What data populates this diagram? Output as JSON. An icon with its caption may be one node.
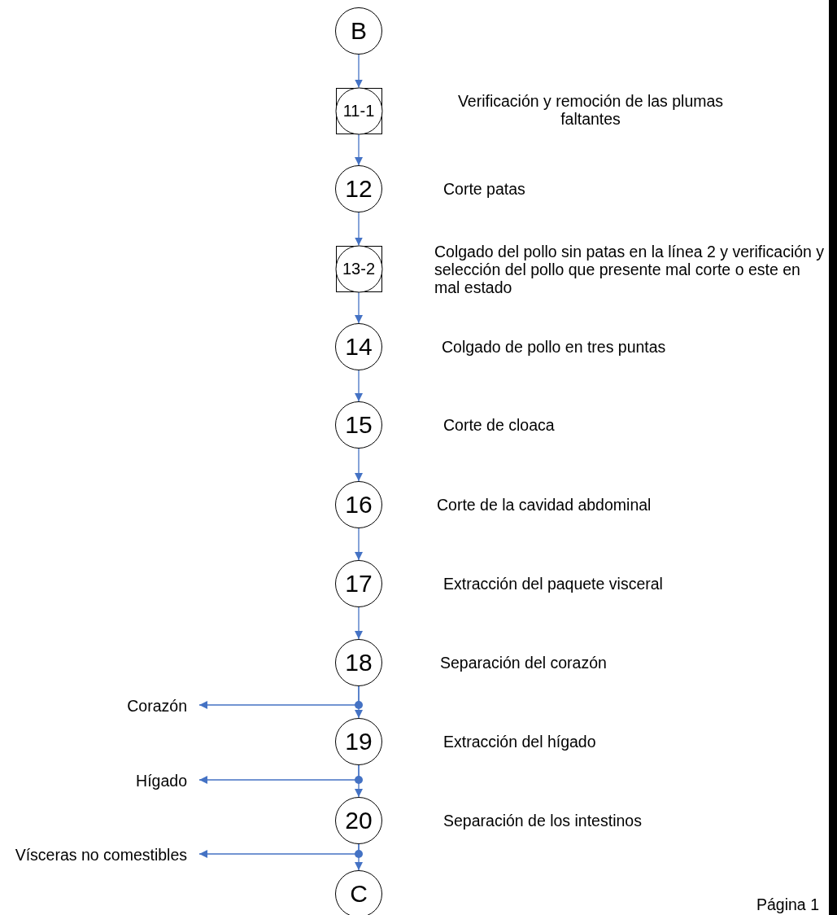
{
  "diagram": {
    "nodes": [
      {
        "text": [
          "B"
        ]
      },
      {
        "text": [
          "11-1"
        ]
      },
      {
        "text": [
          "12"
        ]
      },
      {
        "text": [
          "13-2"
        ]
      },
      {
        "text": [
          "14"
        ]
      },
      {
        "text": [
          "15"
        ]
      },
      {
        "text": [
          "16"
        ]
      },
      {
        "text": [
          "17"
        ]
      },
      {
        "text": [
          "18"
        ]
      },
      {
        "text": [
          "19"
        ]
      },
      {
        "text": [
          "20"
        ]
      },
      {
        "text": [
          "C"
        ]
      },
      {
        "text": [
          "Corazón"
        ]
      },
      {
        "text": [
          "Hígado"
        ]
      },
      {
        "text": [
          "Vísceras no comestibles"
        ]
      }
    ],
    "edges": [
      {
        "from": 0,
        "to": 1,
        "arrow": "to"
      },
      {
        "from": 1,
        "to": 2,
        "arrow": "to"
      },
      {
        "from": 2,
        "to": 3,
        "arrow": "to"
      },
      {
        "from": 3,
        "to": 4,
        "arrow": "to"
      },
      {
        "from": 4,
        "to": 5,
        "arrow": "to"
      },
      {
        "from": 5,
        "to": 6,
        "arrow": "to"
      },
      {
        "from": 6,
        "to": 7,
        "arrow": "to"
      },
      {
        "from": 7,
        "to": 8,
        "arrow": "to"
      },
      {
        "from": 8,
        "to": 9,
        "arrow": "to"
      },
      {
        "from": 9,
        "to": 10,
        "arrow": "to"
      },
      {
        "from": 10,
        "to": 11,
        "arrow": "to"
      },
      {
        "from": 8,
        "to": 12,
        "arrow": "to"
      },
      {
        "from": 9,
        "to": 13,
        "arrow": "to"
      },
      {
        "from": 10,
        "to": 14,
        "arrow": "to"
      }
    ],
    "labels": [
      "Verificación y remoción de las plumas faltantes",
      "Corte patas",
      "Colgado del pollo sin patas en la línea 2 y verificación y selección del pollo que presente mal corte o este en mal estado",
      "Colgado de pollo en tres puntas",
      "Corte de cloaca",
      "Corte de la cavidad abdominal",
      "Extracción del paquete visceral",
      "Separación del corazón",
      "Extracción del hígado",
      "Separación de los intestinos",
      "Página 1"
    ]
  }
}
